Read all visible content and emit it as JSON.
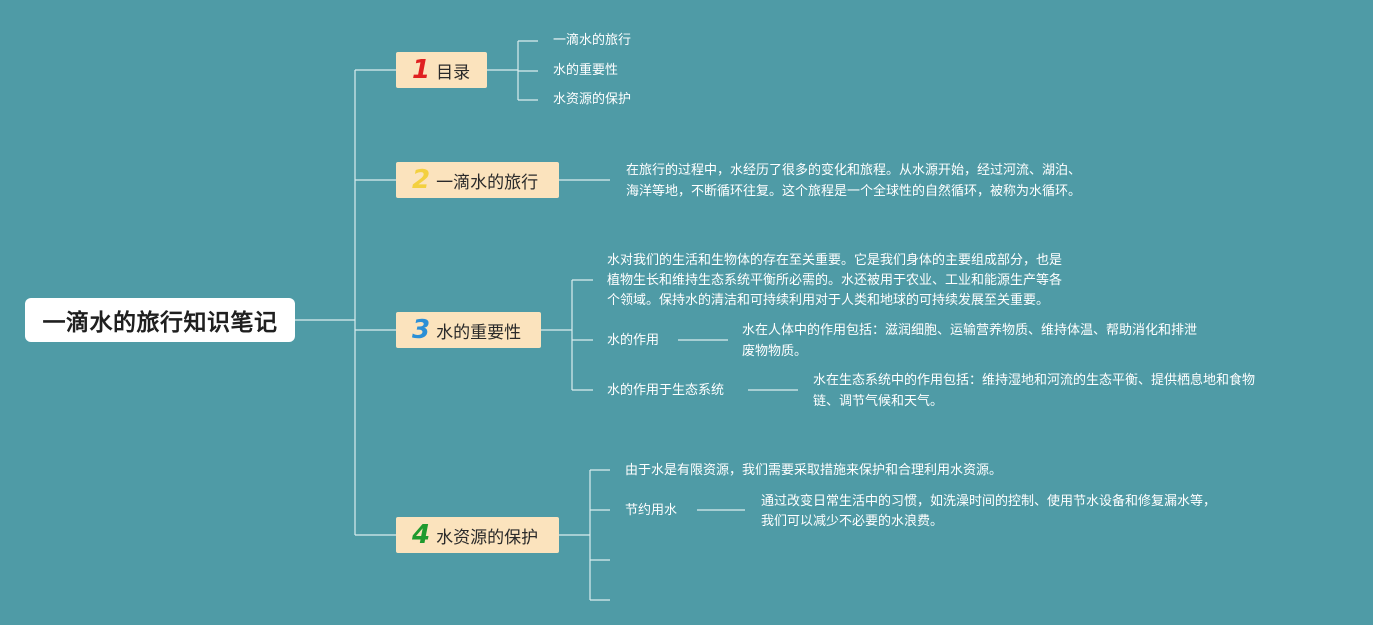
{
  "root": {
    "title": "一滴水的旅行知识笔记"
  },
  "branches": [
    {
      "number": "1",
      "number_color": "#e02020",
      "label": "目录",
      "items": [
        "一滴水的旅行",
        "水的重要性",
        "水资源的保护"
      ]
    },
    {
      "number": "2",
      "number_color": "#f3d040",
      "label": "一滴水的旅行",
      "description": [
        "在旅行的过程中，水经历了很多的变化和旅程。从水源开始，经过河流、湖泊、",
        "海洋等地，不断循环往复。这个旅程是一个全球性的自然循环，被称为水循环。"
      ]
    },
    {
      "number": "3",
      "number_color": "#2b8fd6",
      "label": "水的重要性",
      "description": [
        "水对我们的生活和生物体的存在至关重要。它是我们身体的主要组成部分，也是",
        "植物生长和维持生态系统平衡所必需的。水还被用于农业、工业和能源生产等各",
        "个领域。保持水的清洁和可持续利用对于人类和地球的可持续发展至关重要。"
      ],
      "sub": [
        {
          "label": "水的作用",
          "detail": [
            "水在人体中的作用包括：滋润细胞、运输营养物质、维持体温、帮助消化和排泄",
            "废物物质。"
          ]
        },
        {
          "label": "水的作用于生态系统",
          "detail": [
            "水在生态系统中的作用包括：维持湿地和河流的生态平衡、提供栖息地和食物",
            "链、调节气候和天气。"
          ]
        }
      ]
    },
    {
      "number": "4",
      "number_color": "#1f9a2e",
      "label": "水资源的保护",
      "description": [
        "由于水是有限资源，我们需要采取措施来保护和合理利用水资源。"
      ],
      "sub": [
        {
          "label": "节约用水",
          "detail": [
            "通过改变日常生活中的习惯，如洗澡时间的控制、使用节水设备和修复漏水等，",
            "我们可以减少不必要的水浪费。"
          ]
        }
      ]
    }
  ]
}
